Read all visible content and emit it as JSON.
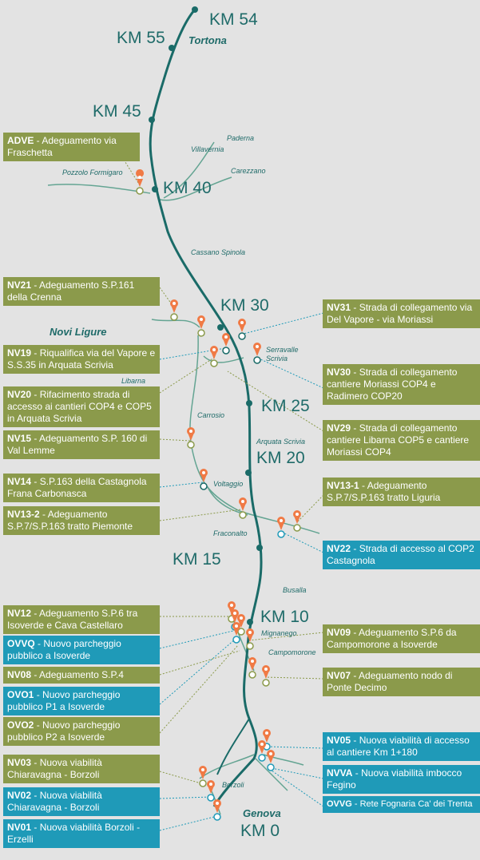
{
  "colors": {
    "route": "#1a6b68",
    "olive_box": "#8b9a4b",
    "blue_box": "#1f9ab8",
    "pin": "#f07a45",
    "background": "#e3e3e3"
  },
  "km_labels": [
    "KM 54",
    "KM 55",
    "KM 45",
    "KM 40",
    "KM 30",
    "KM 25",
    "KM 20",
    "KM 15",
    "KM 10",
    "KM 0"
  ],
  "cities": [
    "Tortona",
    "Novi Ligure",
    "Genova"
  ],
  "places": [
    "Paderna",
    "Villavernia",
    "Carezzano",
    "Pozzolo Formigaro",
    "Cassano Spinola",
    "Serravalle Scrivia",
    "Libarna",
    "Carrosio",
    "Arquata Scrivia",
    "Voltaggio",
    "Fraconalto",
    "Busalla",
    "Mignanego",
    "Campomorone",
    "Borzoli"
  ],
  "projects": [
    {
      "code": "ADVE",
      "text": "Adeguamento via Fraschetta",
      "color": "olive"
    },
    {
      "code": "NV21",
      "text": "Adeguamento S.P.161 della Crenna",
      "color": "olive"
    },
    {
      "code": "NV31",
      "text": "Strada di collegamento via Del Vapore - via Moriassi",
      "color": "olive"
    },
    {
      "code": "NV19",
      "text": "Riqualifica via del Vapore e S.S.35 in Arquata Scrivia",
      "color": "olive"
    },
    {
      "code": "NV30",
      "text": "Strada di collegamento cantiere Moriassi COP4 e Radimero COP20",
      "color": "olive"
    },
    {
      "code": "NV20",
      "text": "Rifacimento strada di accesso ai cantieri COP4 e COP5 in Arquata Scrivia",
      "color": "olive"
    },
    {
      "code": "NV29",
      "text": "Strada di collegamento cantiere Libarna COP5 e cantiere Moriassi COP4",
      "color": "olive"
    },
    {
      "code": "NV15",
      "text": "Adeguamento S.P. 160 di Val Lemme",
      "color": "olive"
    },
    {
      "code": "NV14",
      "text": "S.P.163 della Castagnola Frana Carbonasca",
      "color": "olive"
    },
    {
      "code": "NV13-1",
      "text": "Adeguamento S.P.7/S.P.163 tratto Liguria",
      "color": "olive"
    },
    {
      "code": "NV13-2",
      "text": "Adeguamento S.P.7/S.P.163 tratto Piemonte",
      "color": "olive"
    },
    {
      "code": "NV22",
      "text": "Strada di accesso al COP2 Castagnola",
      "color": "blue"
    },
    {
      "code": "NV12",
      "text": "Adeguamento S.P.6 tra Isoverde e Cava Castellaro",
      "color": "olive"
    },
    {
      "code": "NV09",
      "text": "Adeguamento S.P.6 da Campomorone a Isoverde",
      "color": "olive"
    },
    {
      "code": "OVVQ",
      "text": "Nuovo parcheggio pubblico a Isoverde",
      "color": "blue"
    },
    {
      "code": "NV08",
      "text": "Adeguamento S.P.4",
      "color": "olive"
    },
    {
      "code": "NV07",
      "text": "Adeguamento nodo di Ponte Decimo",
      "color": "olive"
    },
    {
      "code": "OVO1",
      "text": "Nuovo parcheggio pubblico P1 a Isoverde",
      "color": "blue"
    },
    {
      "code": "OVO2",
      "text": "Nuovo parcheggio pubblico P2 a Isoverde",
      "color": "olive"
    },
    {
      "code": "NV05",
      "text": "Nuova viabilità di accesso al cantiere Km 1+180",
      "color": "blue"
    },
    {
      "code": "NV03",
      "text": "Nuova viabilità Chiaravagna - Borzoli",
      "color": "olive"
    },
    {
      "code": "NVVA",
      "text": "Nuova viabilità imbocco Fegino",
      "color": "blue"
    },
    {
      "code": "NV02",
      "text": "Nuova viabilità Chiaravagna - Borzoli",
      "color": "blue"
    },
    {
      "code": "OVVG",
      "text": "Rete Fognaria Ca' dei Trenta",
      "color": "blue"
    },
    {
      "code": "NV01",
      "text": "Nuova viabilità Borzoli - Erzelli",
      "color": "blue"
    }
  ]
}
